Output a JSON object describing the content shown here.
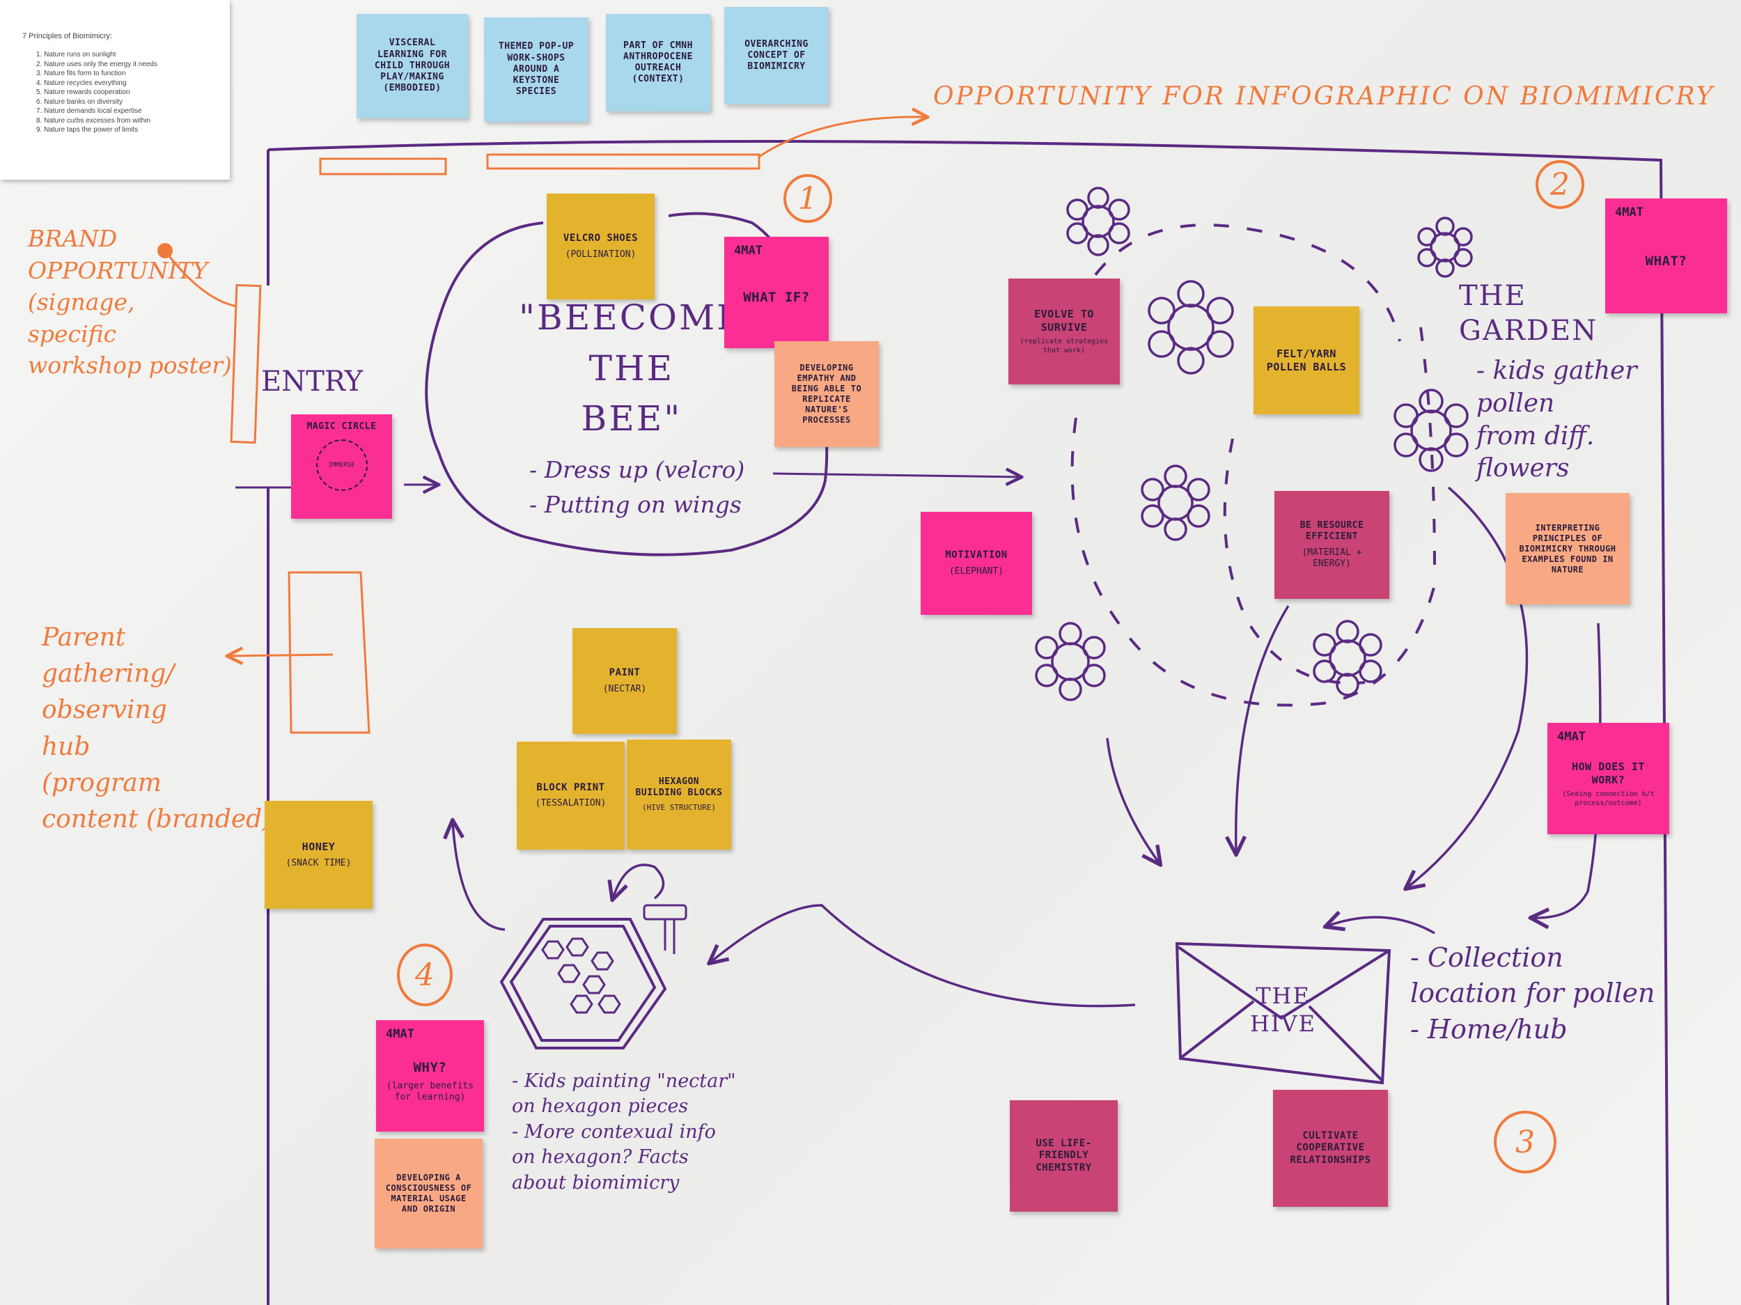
{
  "principles_sheet": {
    "title": "7 Principles of Biomimicry:",
    "items": [
      "1. Nature runs on sunlight",
      "2. Nature uses only the energy it needs",
      "3. Nature fits form to function",
      "4. Nature recycles everything",
      "5. Nature rewards cooperation",
      "6. Nature banks on diversity",
      "7. Nature demands local expertise",
      "8. Nature curbs excesses from within",
      "9. Nature taps the power of limits"
    ]
  },
  "top_notes": [
    {
      "text": "VISCERAL LEARNING FOR CHILD THROUGH PLAY/MAKING (EMBODIED)"
    },
    {
      "text": "THEMED POP-UP WORK-SHOPS AROUND A KEYSTONE SPECIES"
    },
    {
      "text": "PART OF CMNH ANTHROPOCENE OUTREACH (CONTEXT)"
    },
    {
      "text": "OVERARCHING CONCEPT OF BIOMIMICRY"
    }
  ],
  "labels": {
    "infographic": "OPPORTUNITY FOR INFOGRAPHIC ON BIOMIMICRY",
    "brand": "BRAND\nOPPORTUNITY\n(signage,\nspecific\nworkshop poster)",
    "entry": "ENTRY",
    "parent": "Parent\ngathering/\nobserving\nhub\n(program\ncontent (branded)",
    "beecome": "\"BEECOME\nTHE\nBEE\"",
    "dress": "- Dress up (velcro)\n- Putting on wings",
    "garden_title": "THE\nGARDEN",
    "garden_desc": "- kids gather\npollen\nfrom diff.\nflowers",
    "hive": "THE\nHIVE",
    "collection": "- Collection\nlocation for pollen\n- Home/hub",
    "kids_painting": "- Kids painting \"nectar\"\non hexagon pieces\n- More contexual info\non hexagon? Facts\nabout biomimicry",
    "num1": "1",
    "num2": "2",
    "num3": "3",
    "num4": "4"
  },
  "notes": {
    "magic_circle": {
      "title": "MAGIC CIRCLE",
      "inner": "IMMERSE"
    },
    "velcro": {
      "title": "VELCRO SHOES",
      "sub": "(POLLINATION)"
    },
    "fourmat_whatif": {
      "tag": "4MAT",
      "title": "WHAT IF?"
    },
    "empathy": {
      "title": "DEVELOPING EMPATHY AND BEING ABLE TO REPLICATE NATURE'S PROCESSES"
    },
    "motivation": {
      "title": "MOTIVATION",
      "sub": "(ELEPHANT)"
    },
    "evolve": {
      "title": "EVOLVE TO SURVIVE",
      "sub": "(replicate strategies that work)"
    },
    "felt": {
      "title": "FELT/YARN POLLEN BALLS"
    },
    "resource": {
      "title": "BE RESOURCE EFFICIENT",
      "sub": "(MATERIAL + ENERGY)"
    },
    "fourmat_what": {
      "tag": "4MAT",
      "title": "WHAT?"
    },
    "interpreting": {
      "title": "INTERPRETING PRINCIPLES OF BIOMIMICRY THROUGH EXAMPLES FOUND IN NATURE"
    },
    "fourmat_how": {
      "tag": "4MAT",
      "title": "HOW DOES IT WORK?",
      "sub": "(Seeing connection b/t process/outcome)"
    },
    "paint": {
      "title": "PAINT",
      "sub": "(NECTAR)"
    },
    "blockprint": {
      "title": "BLOCK PRINT",
      "sub": "(TESSALATION)"
    },
    "hexagon": {
      "title": "HEXAGON BUILDING BLOCKS",
      "sub": "(HIVE STRUCTURE)"
    },
    "honey": {
      "title": "HONEY",
      "sub": "(SNACK TIME)"
    },
    "fourmat_why": {
      "tag": "4MAT",
      "title": "WHY?",
      "sub": "(larger benefits for learning)"
    },
    "consciousness": {
      "title": "DEVELOPING A CONSCIOUSNESS OF MATERIAL USAGE AND ORIGIN"
    },
    "life_friendly": {
      "title": "USE LIFE-FRIENDLY CHEMISTRY"
    },
    "cultivate": {
      "title": "CULTIVATE COOPERATIVE RELATIONSHIPS"
    }
  },
  "colors": {
    "purple_ink": "#5a2a82",
    "orange_ink": "#f07a3c",
    "yellow_note": "#e4b32e",
    "pink_note": "#fb2f93",
    "peach_note": "#f8a983",
    "magenta_note": "#c94374",
    "blue_note": "#a9d7ec"
  }
}
